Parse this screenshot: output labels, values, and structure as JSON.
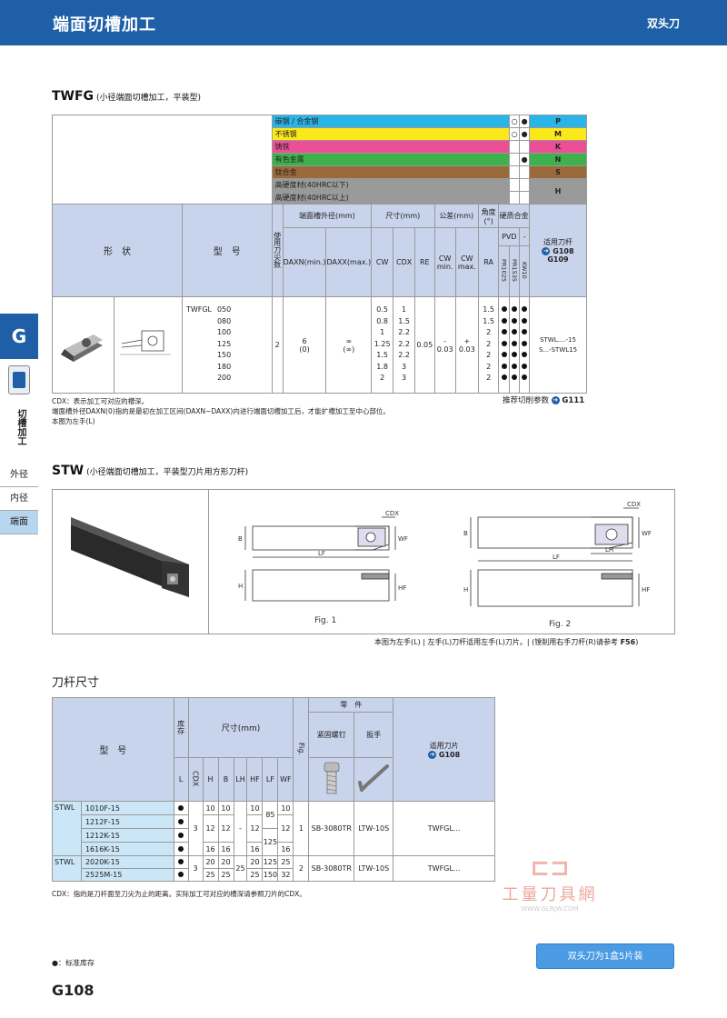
{
  "header": {
    "title": "端面切槽加工",
    "right": "双头刀"
  },
  "side": {
    "letter": "G",
    "vertical": "切槽加工",
    "menu": [
      "外径",
      "内径",
      "端面"
    ]
  },
  "twfg": {
    "title": "TWFG",
    "subtitle": "(小径端面切槽加工，平装型)",
    "materials": [
      {
        "name": "碳钢 / 合金钢",
        "color": "#29b5e8",
        "m1": "○",
        "m2": "●",
        "m3": "",
        "code": "P"
      },
      {
        "name": "不锈钢",
        "color": "#fbe81a",
        "m1": "○",
        "m2": "●",
        "m3": "",
        "code": "M"
      },
      {
        "name": "铸铁",
        "color": "#ec4f95",
        "m1": "",
        "m2": "",
        "m3": "",
        "code": "K"
      },
      {
        "name": "有色金属",
        "color": "#3fb14c",
        "m1": "",
        "m2": "",
        "m3": "●",
        "code": "N"
      },
      {
        "name": "钛合金",
        "color": "#9a6a3a",
        "m1": "",
        "m2": "",
        "m3": "",
        "code": "S"
      },
      {
        "name": "高硬度材(40HRC以下)",
        "color": "#9a9a9a",
        "m1": "",
        "m2": "",
        "m3": "",
        "code": "H"
      },
      {
        "name": "高硬度材(40HRC以上)",
        "color": "#9a9a9a",
        "m1": "",
        "m2": "",
        "m3": "",
        "code": ""
      }
    ],
    "headers": {
      "shape": "形　状",
      "model": "型　号",
      "tips": "使用刀尖数",
      "groove": "端面槽外径(mm)",
      "daxn": "DAXN(min.)",
      "daxx": "DAXX(max.)",
      "dim": "尺寸(mm)",
      "cw": "CW",
      "cdx": "CDX",
      "re": "RE",
      "tol": "公差(mm)",
      "cwmin": "CW min.",
      "cwmax": "CW max.",
      "angle": "角度(°)",
      "ra": "RA",
      "grade": "硬质合金",
      "pvd": "PVD",
      "dash": "-",
      "g1": "PR1025",
      "g2": "PR1535",
      "g3": "KW10",
      "holder": "适用刀杆",
      "holder_ref1": "G108",
      "holder_ref2": "G109"
    },
    "row": {
      "model_prefix": "TWFGL",
      "models": [
        "050",
        "080",
        "100",
        "125",
        "150",
        "180",
        "200"
      ],
      "tips": "2",
      "daxn": "6",
      "daxn2": "(0)",
      "daxx": "∞",
      "daxx2": "(∞)",
      "cw": [
        "0.5",
        "0.8",
        "1",
        "1.25",
        "1.5",
        "1.8",
        "2"
      ],
      "cdx": [
        "1",
        "1.5",
        "2.2",
        "2.2",
        "2.2",
        "3",
        "3"
      ],
      "re": "0.05",
      "cwmin": "- 0.03",
      "cwmax": "+ 0.03",
      "ra": [
        "1.5",
        "1.5",
        "2",
        "2",
        "2",
        "2",
        "2"
      ],
      "holder1": "STWL....-15",
      "holder2": "S...-STWL15"
    },
    "recommend": "推荐切削参数",
    "recommend_ref": "G111",
    "notes": [
      "CDX：表示加工可对应的槽深。",
      "端面槽外径DAXN(0)指的是最初在加工区间(DAXN~DAXX)内进行端面切槽加工后，才能扩槽加工至中心部位。",
      "本图为左手(L)"
    ]
  },
  "stw": {
    "title": "STW",
    "subtitle": "(小径端面切槽加工，平装型刀片用方形刀杆)",
    "fig1": "Fig. 1",
    "fig2": "Fig. 2",
    "dim_labels": {
      "b": "B",
      "h": "H",
      "lf": "LF",
      "lh": "LH",
      "wf": "WF",
      "hf": "HF",
      "cdx": "CDX"
    },
    "note": "本图为左手(L) | 左手(L)刀杆适用左手(L)刀片。| (镗削用右手刀杆(R)请参考",
    "note_ref": "F56",
    "note_end": ")"
  },
  "holder": {
    "title": "刀杆尺寸",
    "headers": {
      "model": "型　号",
      "stock": "库存",
      "dim": "尺寸(mm)",
      "fig": "Fig.",
      "parts": "零　件",
      "screw": "紧固螺钉",
      "wrench": "扳手",
      "insert": "适用刀片",
      "insert_ref": "G108",
      "l": "L",
      "cdx": "CDX",
      "h": "H",
      "b": "B",
      "lh": "LH",
      "hf": "HF",
      "lf": "LF",
      "wf": "WF"
    },
    "g1": {
      "prefix": "STWL",
      "models": [
        "1010F-15",
        "1212F-15",
        "1212K-15",
        "1616K-15"
      ],
      "cdx": "3",
      "h": [
        "10",
        "12",
        "",
        "16"
      ],
      "b": [
        "10",
        "12",
        "",
        "16"
      ],
      "lh": "-",
      "hf": [
        "10",
        "12",
        "",
        "16"
      ],
      "lf1": "85",
      "lf2": "125",
      "wf": [
        "10",
        "12",
        "",
        "16"
      ],
      "fig": "1",
      "screw": "SB-3080TR",
      "wrench": "LTW-10S",
      "insert": "TWFGL..."
    },
    "g2": {
      "prefix": "STWL",
      "models": [
        "2020K-15",
        "2525M-15"
      ],
      "cdx": "3",
      "h": [
        "20",
        "25"
      ],
      "b": [
        "20",
        "25"
      ],
      "lh": "25",
      "hf": [
        "20",
        "25"
      ],
      "lf": [
        "125",
        "150"
      ],
      "wf": [
        "25",
        "32"
      ],
      "fig": "2",
      "screw": "SB-3080TR",
      "wrench": "LTW-10S",
      "insert": "TWFGL..."
    },
    "note": "CDX：指的是刀杆面至刀尖为止的距离。实际加工可对应的槽深请参照刀片的CDX。"
  },
  "watermark": {
    "t1": "工量刀具網",
    "t2": "WWW.GLRJW.COM"
  },
  "footer": {
    "legend": "●：标准库存",
    "code": "G108",
    "button": "双头刀为1盒5片装"
  }
}
